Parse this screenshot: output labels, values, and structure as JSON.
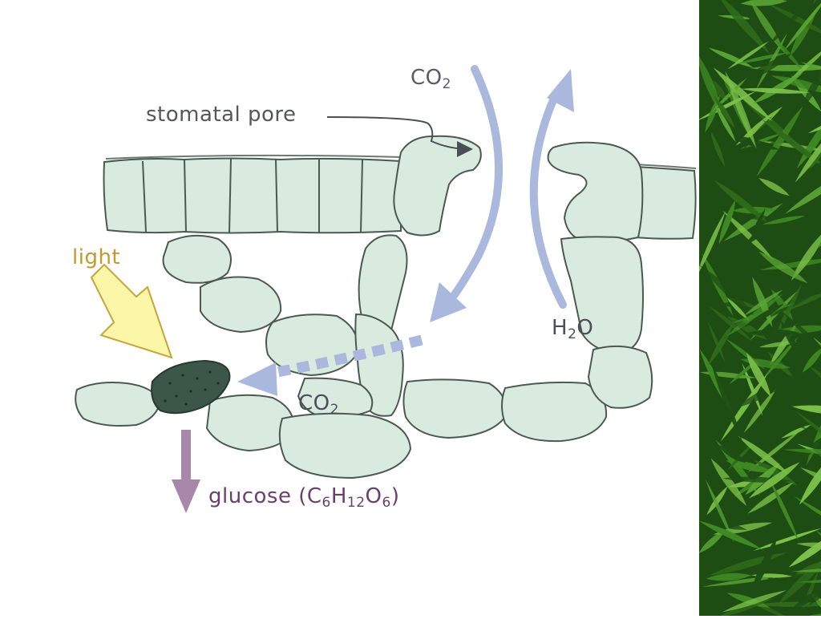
{
  "labels": {
    "stomatal_pore": "stomatal pore",
    "co2_top": {
      "base": "CO",
      "sub": "2"
    },
    "h2o": {
      "pre": "H",
      "sub": "2",
      "post": "O"
    },
    "light": "light",
    "co2_inner": {
      "base": "CO",
      "sub": "2"
    },
    "glucose": {
      "pre": "glucose (C",
      "sub1": "6",
      "mid1": "H",
      "sub2": "12",
      "mid2": "O",
      "sub3": "6",
      "post": ")"
    }
  },
  "colors": {
    "cell_fill": "#d9ebdf",
    "cell_stroke": "#4a5a50",
    "gas_arrow": "#aab8dd",
    "light_arrow_fill": "#fbf6a8",
    "light_arrow_stroke": "#c8a43a",
    "light_text": "#c09a2e",
    "glucose_arrow": "#a788aa",
    "glucose_text": "#6a3f6f",
    "label_text": "#55575c",
    "chloroplast": "#3c5648",
    "bamboo_dark": "#1e4d14",
    "bamboo_mid": "#3f8a23",
    "bamboo_light": "#7cc04a"
  }
}
